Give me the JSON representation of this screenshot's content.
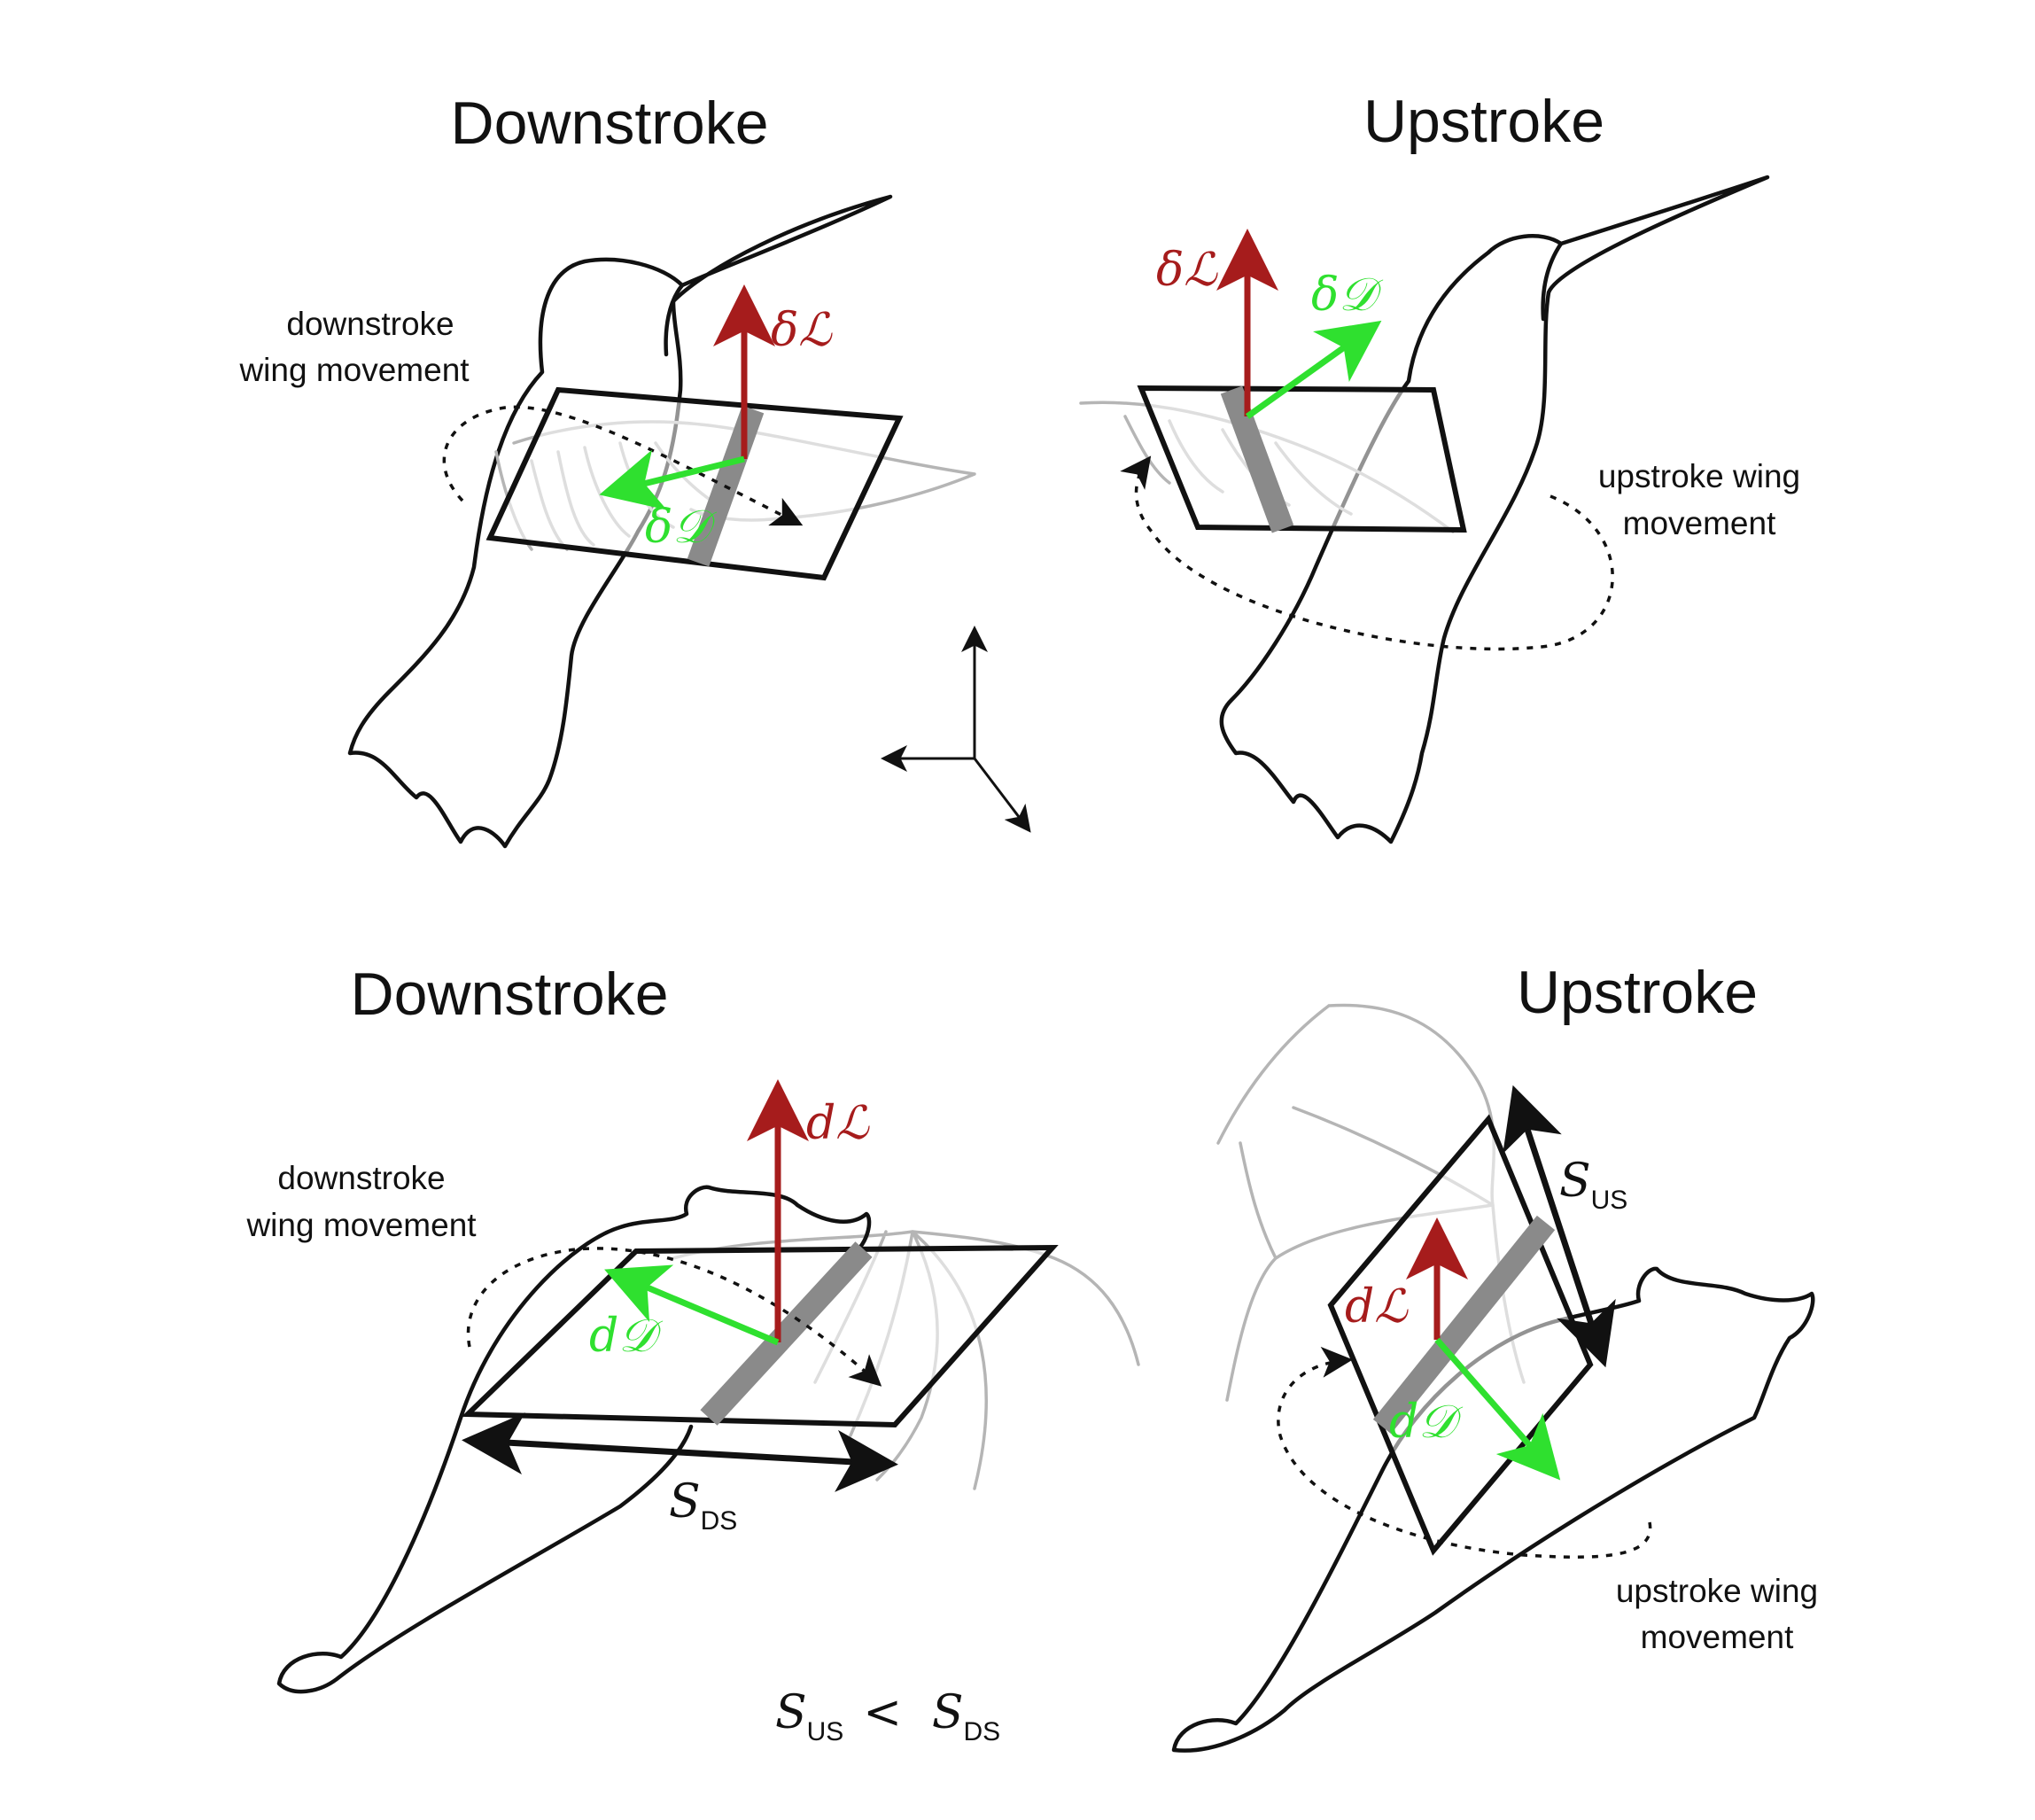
{
  "panels": {
    "top_left": {
      "title": "Downstroke",
      "note_line1": "downstroke",
      "note_line2": "wing movement",
      "lift": "δℒ",
      "drag": "δ𝒟"
    },
    "top_right": {
      "title": "Upstroke",
      "note_line1": "upstroke wing",
      "note_line2": "movement",
      "lift": "δℒ",
      "drag": "δ𝒟"
    },
    "bottom_left": {
      "title": "Downstroke",
      "note_line1": "downstroke",
      "note_line2": "wing movement",
      "lift": "dℒ",
      "drag": "d𝒟",
      "span_symbol": "S",
      "span_sub": "DS"
    },
    "bottom_right": {
      "title": "Upstroke",
      "note_line1": "upstroke wing",
      "note_line2": "movement",
      "lift": "dℒ",
      "drag": "d𝒟",
      "span_symbol": "S",
      "span_sub": "US"
    }
  },
  "comparison": {
    "lhs": "S",
    "lhs_sub": "US",
    "op": "<",
    "rhs": "S",
    "rhs_sub": "DS"
  },
  "colors": {
    "lift": "#a61c1c",
    "drag": "#2fe02f",
    "outline": "#111111",
    "wing_band": "#8a8a8a",
    "ghost_wing": "#b5b5b5"
  }
}
